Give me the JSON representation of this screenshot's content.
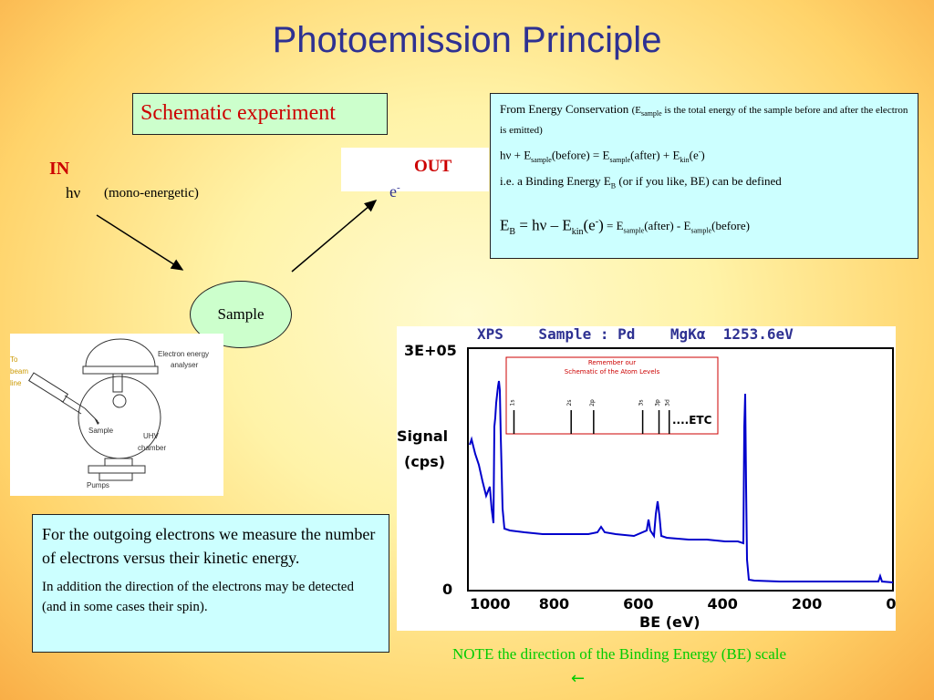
{
  "title": "Photoemission Principle",
  "schematic": {
    "heading": "Schematic experiment",
    "in_label": "IN",
    "hv": "hν",
    "mono": "(mono-energetic)",
    "out_label": "OUT",
    "electron": "e",
    "electron_sup": "-",
    "sample": "Sample"
  },
  "energy_box": {
    "intro": "From Energy Conservation",
    "note": "(E",
    "note_sub": "sample",
    "note_rest": " is the total energy of the sample before and after the electron is emitted)",
    "eq1": "hν + E",
    "eq1_sub1": "sample",
    "eq1_mid": "(before) = E",
    "eq1_sub2": "sample",
    "eq1_mid2": "(after) + E",
    "eq1_sub3": "kin",
    "eq1_end": "(e",
    "eq1_sup": "-",
    "eq1_close": ")",
    "binding_text": "i.e. a Binding Energy E",
    "binding_sub": "B",
    "binding_rest": "  (or if you like, BE) can be defined",
    "eq2_lhs": "E",
    "eq2_lhs_sub": "B",
    "eq2_mid": " = hν –  E",
    "eq2_kin_sub": "kin",
    "eq2_e": "(e",
    "eq2_sup": "-",
    "eq2_close": ")",
    "eq2_tail": " = E",
    "eq2_tail_sub1": "sample",
    "eq2_tail_mid": "(after) - E",
    "eq2_tail_sub2": "sample",
    "eq2_tail_end": "(before)"
  },
  "apparatus": {
    "to": "To",
    "beam": "beam",
    "line": "line",
    "analyser1": "Electron energy",
    "analyser2": "analyser",
    "sample": "Sample",
    "uhv1": "UHV",
    "uhv2": "chamber",
    "pumps": "Pumps"
  },
  "outgoing": {
    "p1": "For the outgoing electrons we measure the number of electrons versus their kinetic energy.",
    "p2": "In addition the direction of the electrons may be detected (and in some cases their spin)."
  },
  "xps": {
    "header": "XPS    Sample : Pd    MgKα  1253.6eV",
    "y_top": "3E+05",
    "y_zero": "0",
    "ylabel1": "Signal",
    "ylabel2": "(cps)",
    "xlabel": "BE (eV)",
    "x_ticks": [
      "1000",
      "800",
      "600",
      "400",
      "200",
      "0"
    ],
    "x_values": [
      1000,
      800,
      600,
      400,
      200,
      0
    ],
    "inset_title1": "Remember our",
    "inset_title2": "Schematic of the Atom Levels",
    "inset_etc": "....ETC",
    "inset_levels": [
      "1s",
      "2s",
      "2p",
      "3s",
      "3p",
      "3d"
    ],
    "inset_level_positions": [
      0.02,
      0.3,
      0.41,
      0.65,
      0.73,
      0.78
    ]
  },
  "note": "NOTE the direction of the Binding Energy (BE) scale",
  "back_arrow": "←",
  "colors": {
    "title": "#2e3192",
    "red": "#cc0000",
    "green": "#00cc00",
    "box_cyan": "#ccffff",
    "box_green": "#ccffcc",
    "trace": "#0000cc"
  }
}
